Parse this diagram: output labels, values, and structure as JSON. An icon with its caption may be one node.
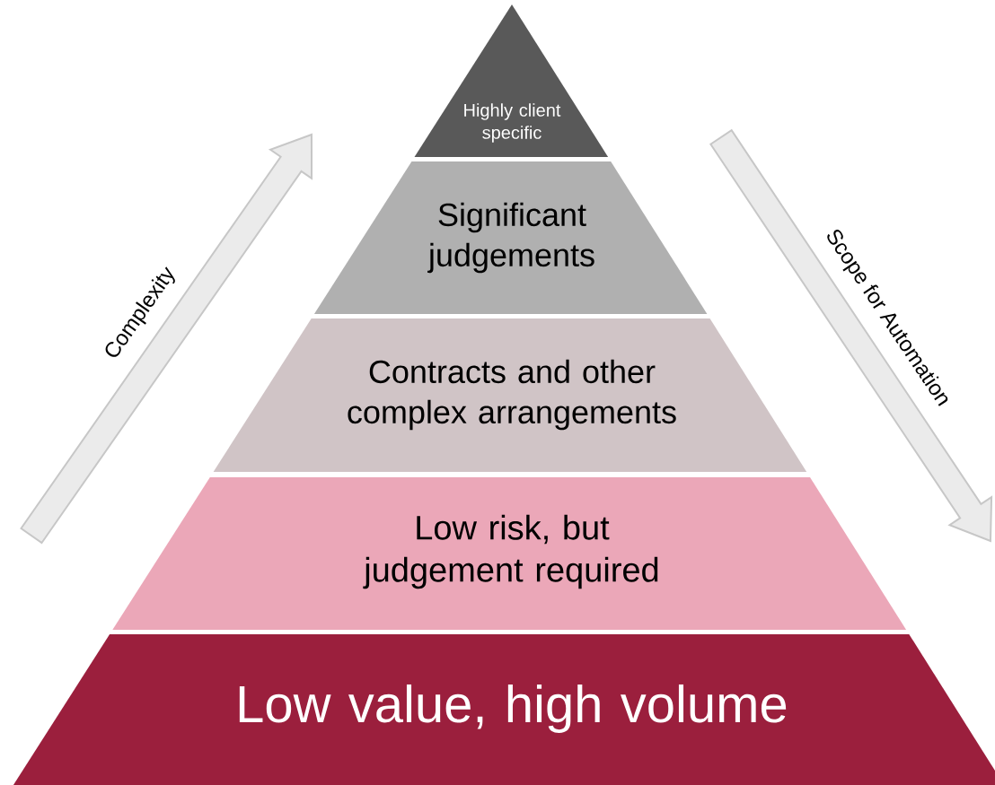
{
  "diagram": {
    "nodes": [
      {
        "text": [
          "Highly client specific"
        ]
      },
      {
        "text": [
          "Significant judgements"
        ]
      },
      {
        "text": [
          "Contracts and other complex arrangements"
        ]
      },
      {
        "text": [
          "Low risk, but judgement required"
        ]
      },
      {
        "text": [
          "Low value, high volume"
        ]
      }
    ],
    "labels": [
      "Complexity",
      "Scope for Automation"
    ]
  }
}
